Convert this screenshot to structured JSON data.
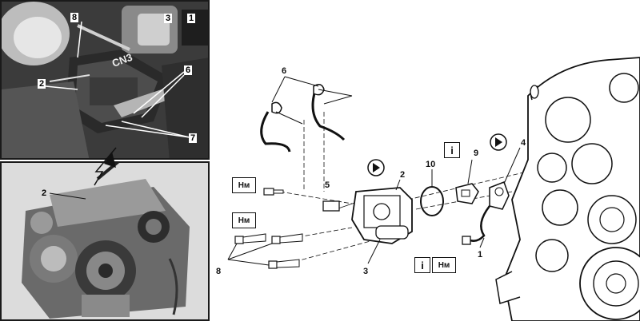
{
  "photo_top": {
    "callouts": [
      "8",
      "3",
      "1",
      "2",
      "6",
      "7"
    ],
    "engraving": "CN3"
  },
  "photo_bottom": {
    "callouts": [
      "2"
    ]
  },
  "diagram": {
    "callouts": {
      "c6": "6",
      "c5": "5",
      "c2": "2",
      "c10": "10",
      "c9": "9",
      "c4": "4",
      "c1": "1",
      "c3": "3",
      "c8": "8"
    },
    "torque_tags": [
      "Нм",
      "Нм"
    ],
    "info_tags": [
      "i",
      "i"
    ],
    "info_torque_tag": "Нм"
  }
}
